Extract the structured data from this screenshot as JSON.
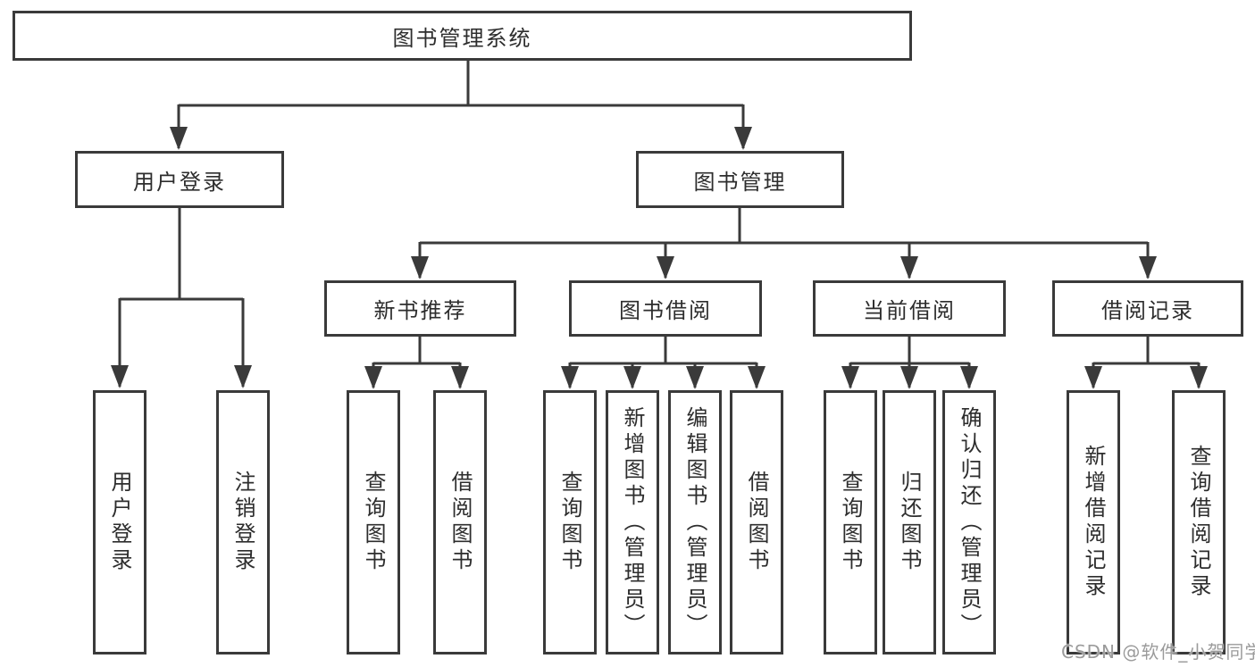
{
  "diagram": {
    "title": "图书管理系统",
    "root": {
      "label": "图书管理系统"
    },
    "branches": [
      {
        "label": "用户登录",
        "children": [
          {
            "label": "用户登录"
          },
          {
            "label": "注销登录"
          }
        ]
      },
      {
        "label": "图书管理",
        "children": [
          {
            "label": "新书推荐",
            "children": [
              {
                "label": "查询图书"
              },
              {
                "label": "借阅图书"
              }
            ]
          },
          {
            "label": "图书借阅",
            "children": [
              {
                "label": "查询图书"
              },
              {
                "label": "新增图书（管理员）"
              },
              {
                "label": "编辑图书（管理员）"
              },
              {
                "label": "借阅图书"
              }
            ]
          },
          {
            "label": "当前借阅",
            "children": [
              {
                "label": "查询图书"
              },
              {
                "label": "归还图书"
              },
              {
                "label": "确认归还（管理员）"
              }
            ]
          },
          {
            "label": "借阅记录",
            "children": [
              {
                "label": "新增借阅记录"
              },
              {
                "label": "查询借阅记录"
              }
            ]
          }
        ]
      }
    ]
  },
  "watermark": {
    "text": "CSDN @软件_小贺同学"
  },
  "colors": {
    "line": "#3a3a3a",
    "box_border": "#3a3a3a",
    "text": "#2d2d2d",
    "watermark": "#9b9b9b",
    "background": "#ffffff"
  }
}
